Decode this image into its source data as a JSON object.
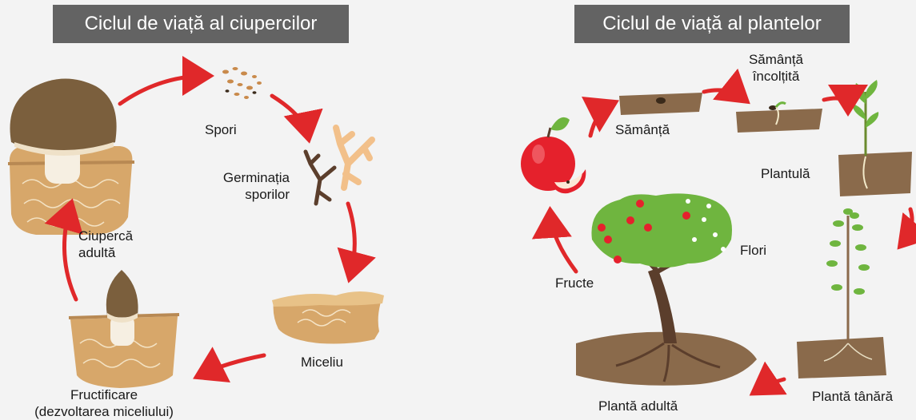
{
  "fungi_cycle": {
    "title": "Ciclul de viață al ciupercilor",
    "stages": {
      "spores": "Spori",
      "germination_line1": "Germinația",
      "germination_line2": "sporilor",
      "mycelium": "Miceliu",
      "fruiting_line1": "Fructificare",
      "fruiting_line2": "(dezvoltarea miceliului)",
      "adult_line1": "Ciupercă",
      "adult_line2": "adultă"
    }
  },
  "plant_cycle": {
    "title": "Ciclul de viață al plantelor",
    "stages": {
      "seed": "Sămânță",
      "sprouted_line1": "Sămânță",
      "sprouted_line2": "încolțită",
      "seedling": "Plantulă",
      "young_plant": "Plantă tânără",
      "adult_plant": "Plantă adultă",
      "flowers": "Flori",
      "fruits": "Fructe"
    }
  },
  "colors": {
    "arrow": "#e0282a",
    "title_bg": "#636363",
    "soil": "#8a6a4b",
    "mushroom_cap": "#7b5f3d",
    "mycelium_block": "#d7a76a",
    "leaf": "#6fb53f",
    "apple": "#e5212c"
  }
}
